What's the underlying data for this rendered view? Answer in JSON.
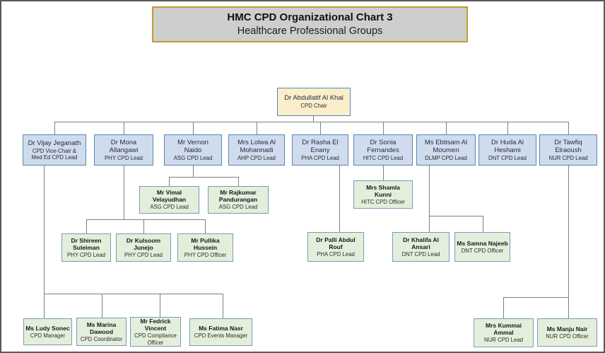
{
  "title": {
    "line1": "HMC CPD Organizational Chart 3",
    "line2": "Healthcare Professional Groups"
  },
  "nodes": {
    "chair": {
      "name": "Dr Abdullatif Al Khal",
      "role": "CPD Chair"
    },
    "vijay": {
      "name": "Dr Vijay Jeganath",
      "role": "CPD Vice-Chair &\nMed Ed CPD Lead"
    },
    "mona": {
      "name": "Dr Mona\nAllangawi",
      "role": "PHY CPD Lead"
    },
    "vernon": {
      "name": "Mr Vernon\nNaido",
      "role": "ASG CPD Lead"
    },
    "lolwa": {
      "name": "Mrs Lolwa Al\nMohannadi",
      "role": "AHP CPD Lead"
    },
    "rasha": {
      "name": "Dr Rasha El\nEnany",
      "role": "PHA CPD Lead"
    },
    "sonia": {
      "name": "Dr Sonia\nFernandes",
      "role": "HITC CPD Lead"
    },
    "ebtisam": {
      "name": "Ms Ebtisam Al\nMoumen",
      "role": "DLMP CPD Lead"
    },
    "huda": {
      "name": "Dr Huda Al\nHeshami",
      "role": "DNT CPD Lead"
    },
    "tawfiq": {
      "name": "Dr Tawfiq\nElraoush",
      "role": "NUR CPD Lead"
    },
    "vimal": {
      "name": "Mr Vimal\nVelayudhan",
      "role": "ASG CPD Lead"
    },
    "rajkumar": {
      "name": "Mr Rajkumar\nPandurangan",
      "role": "ASG CPD Lead"
    },
    "shamla": {
      "name": "Mrs Shamla\nKunni",
      "role": "HITC CPD Officer"
    },
    "shireen": {
      "name": "Dr Shireen\nSuleiman",
      "role": "PHY CPD Lead"
    },
    "kulsoom": {
      "name": "Dr Kulsoom Junejo",
      "role": "PHY CPD Lead"
    },
    "pullika": {
      "name": "Mr Pullika Hussein",
      "role": "PHY CPD Officer"
    },
    "palli": {
      "name": "Dr Palli Abdul Rouf",
      "role": "PHA CPD Lead"
    },
    "khalifa": {
      "name": "Dr Khalifa Al Ansari",
      "role": "DNT CPD Lead"
    },
    "samna": {
      "name": "Ms Samna Najeeb",
      "role": "DNT CPD Officer"
    },
    "ludy": {
      "name": "Ms Ludy Sonec",
      "role": "CPD Manager"
    },
    "marina": {
      "name": "Ms Marina\nDawood",
      "role": "CPD Coordinator"
    },
    "fedrick": {
      "name": "Mr Fedrick Vincent",
      "role": "CPD Compliance\nOfficer"
    },
    "fatima": {
      "name": "Ms Fatima Nasr",
      "role": "CPD Events Manager"
    },
    "kummai": {
      "name": "Mrs Kummai\nAmmal",
      "role": "NUR CPD Lead"
    },
    "manju": {
      "name": "Ms Manju Nair",
      "role": "NUR CPD Officer"
    }
  },
  "colors": {
    "title_fill": "#CFCECE",
    "title_border": "#C79A2D",
    "chair_fill": "#FBEECB",
    "lead_fill": "#CFDCEE",
    "officer_fill": "#E4EFDB",
    "box_border": "#5B84B5",
    "officer_border": "#7A99B8",
    "connector": "#7F7F7F",
    "outer_border": "#5A5A5A"
  }
}
